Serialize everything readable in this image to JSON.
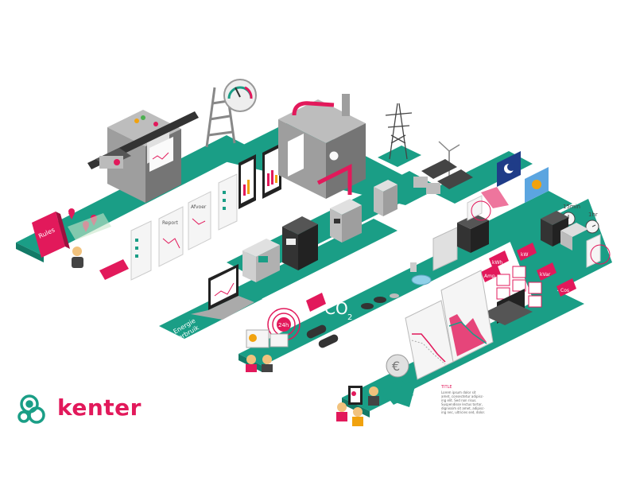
{
  "brand": {
    "name": "kenter",
    "primary_color": "#e2195b",
    "path_color": "#1a9e86"
  },
  "labels": {
    "rules": "Rules",
    "report": "Report",
    "afvoer": "Afvoer",
    "energie": "Energie",
    "verbruik": "verbruik",
    "t15min": "15min",
    "t1hr": "1hr",
    "co2": "CO",
    "co2_sub": "2",
    "time24": "24h",
    "kwh": "kWh",
    "kw": "kW",
    "kvar": "kVar",
    "amp": "Amp",
    "cos": "Cos",
    "title_caption": "TITLE"
  },
  "caption_lines": [
    "Lorem ipsum dolor sit",
    "amet, consectetur adipisc-",
    "ing elit. Sed non risus.",
    "Suspendisse lectus tortor,",
    "dignissim sit amet, adipisc-",
    "ing nec, ultricies sed, dolor."
  ],
  "icons": [
    "energy-meter-icon",
    "laptop-icon",
    "tablet-icon",
    "map-pin-icon",
    "person-icon",
    "euro-icon",
    "factory-icon",
    "pylon-icon",
    "wind-turbine-icon",
    "solar-panel-icon",
    "moon-icon",
    "sun-icon",
    "clock-icon",
    "gauge-icon"
  ]
}
